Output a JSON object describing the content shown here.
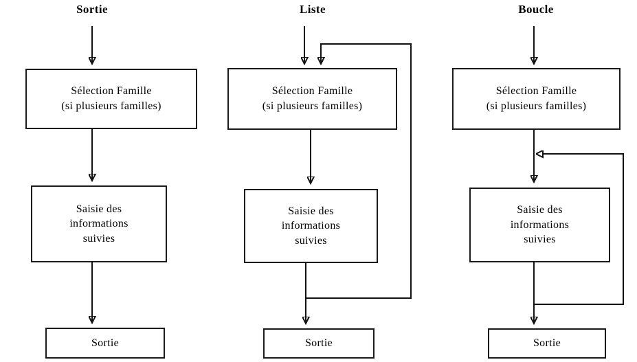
{
  "diagram": {
    "title_columns": [
      {
        "key": "sortie",
        "label": "Sortie"
      },
      {
        "key": "liste",
        "label": "Liste"
      },
      {
        "key": "boucle",
        "label": "Boucle"
      }
    ],
    "node_labels": {
      "selection_line1": "Sélection Famille",
      "selection_line2": "(si plusieurs familles)",
      "saisie_line1": "Saisie des",
      "saisie_line2": "informations",
      "saisie_line3": "suivies",
      "sortie": "Sortie"
    },
    "colors": {
      "stroke": "#121212",
      "box_border": "#1a1a1a",
      "background": "#ffffff",
      "text": "#000000"
    },
    "columns": [
      {
        "name": "Sortie",
        "nodes": [
          {
            "id": "selection",
            "lines": [
              "Sélection Famille",
              "(si plusieurs familles)"
            ]
          },
          {
            "id": "saisie",
            "lines": [
              "Saisie des",
              "informations",
              "suivies"
            ]
          },
          {
            "id": "sortie",
            "lines": [
              "Sortie"
            ]
          }
        ],
        "edges": [
          {
            "from": "start",
            "to": "selection",
            "type": "straight-arrow"
          },
          {
            "from": "selection",
            "to": "saisie",
            "type": "straight-arrow"
          },
          {
            "from": "saisie",
            "to": "sortie",
            "type": "straight-arrow"
          }
        ],
        "loops": []
      },
      {
        "name": "Liste",
        "nodes": [
          {
            "id": "selection",
            "lines": [
              "Sélection Famille",
              "(si plusieurs familles)"
            ]
          },
          {
            "id": "saisie",
            "lines": [
              "Saisie des",
              "informations",
              "suivies"
            ]
          },
          {
            "id": "sortie",
            "lines": [
              "Sortie"
            ]
          }
        ],
        "edges": [
          {
            "from": "start",
            "to": "selection",
            "type": "straight-arrow"
          },
          {
            "from": "selection",
            "to": "saisie",
            "type": "straight-arrow"
          },
          {
            "from": "saisie",
            "to": "sortie",
            "type": "straight-arrow"
          }
        ],
        "loops": [
          {
            "id": "liste-loop",
            "from": "below-saisie",
            "to": "top-of-selection",
            "direction": "right-up-left-down",
            "arrow": "down"
          }
        ]
      },
      {
        "name": "Boucle",
        "nodes": [
          {
            "id": "selection",
            "lines": [
              "Sélection Famille",
              "(si plusieurs familles)"
            ]
          },
          {
            "id": "saisie",
            "lines": [
              "Saisie des",
              "informations",
              "suivies"
            ]
          },
          {
            "id": "sortie",
            "lines": [
              "Sortie"
            ]
          }
        ],
        "edges": [
          {
            "from": "start",
            "to": "selection",
            "type": "straight-arrow"
          },
          {
            "from": "selection",
            "to": "saisie",
            "type": "straight-arrow"
          },
          {
            "from": "saisie",
            "to": "sortie",
            "type": "straight-arrow"
          }
        ],
        "loops": [
          {
            "id": "boucle-loop",
            "from": "below-saisie",
            "to": "between-selection-and-saisie",
            "direction": "right-up-left",
            "arrow": "left"
          }
        ]
      }
    ]
  }
}
